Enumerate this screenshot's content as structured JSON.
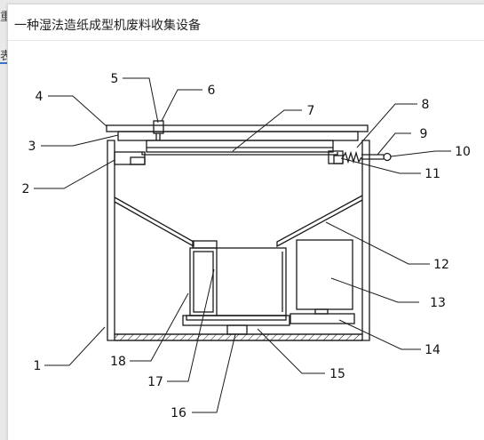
{
  "window": {
    "title": "一种湿法造纸成型机废料收集设备",
    "edge_glyph_top": "重",
    "edge_glyph_mid": "表"
  },
  "figure": {
    "callouts": [
      "1",
      "2",
      "3",
      "4",
      "5",
      "6",
      "7",
      "8",
      "9",
      "10",
      "11",
      "12",
      "13",
      "14",
      "15",
      "16",
      "17",
      "18"
    ]
  }
}
